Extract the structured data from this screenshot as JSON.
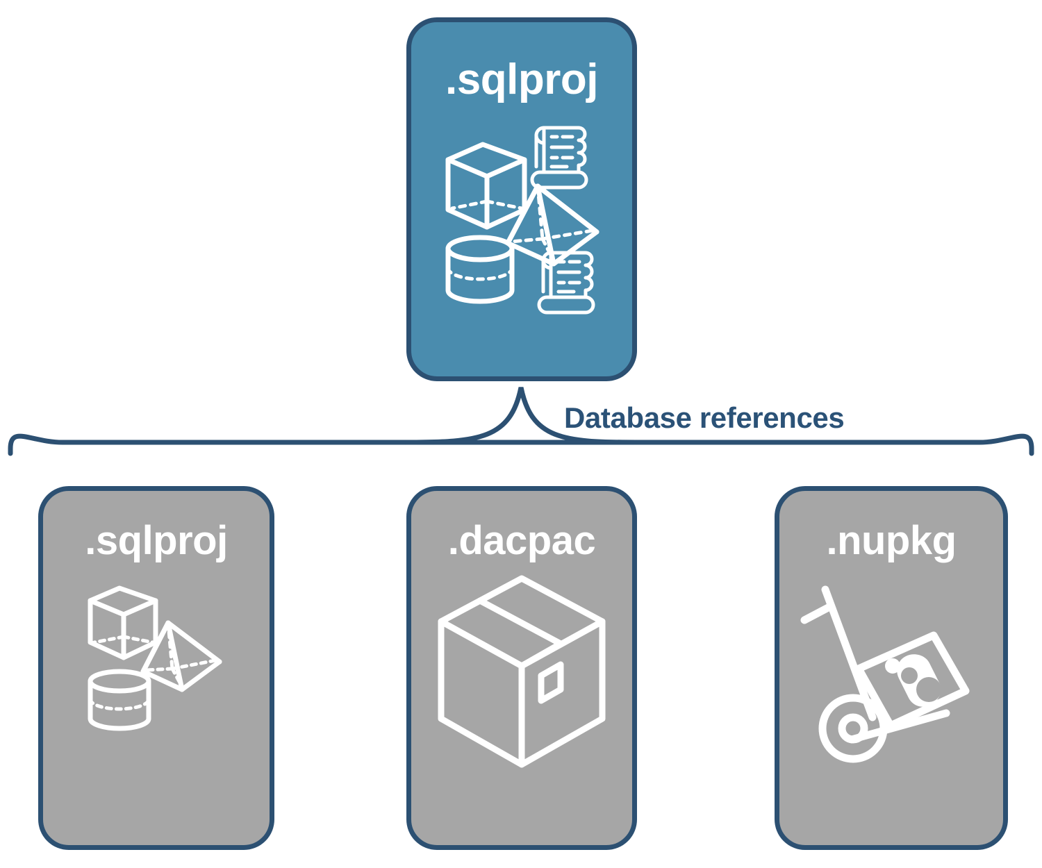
{
  "diagram": {
    "title_top": ".sqlproj",
    "connector_label": "Database references",
    "colors": {
      "accent_teal": "#4A8CAE",
      "neutral_gray": "#A6A6A6",
      "stroke_navy": "#2C5072",
      "label_navy": "#2B5277",
      "icon_white": "#FFFFFF",
      "background": "#FFFFFF"
    },
    "top_node": {
      "label": ".sqlproj",
      "fill": "#4A8CAE",
      "icons": [
        "cube-wireframe-icon",
        "scroll-document-icon",
        "pyramid-wireframe-icon",
        "cylinder-wireframe-icon",
        "scroll-document-icon"
      ]
    },
    "children": [
      {
        "label": ".sqlproj",
        "fill": "#A6A6A6",
        "icons": [
          "cube-wireframe-icon",
          "pyramid-wireframe-icon",
          "cylinder-wireframe-icon"
        ]
      },
      {
        "label": ".dacpac",
        "fill": "#A6A6A6",
        "icons": [
          "shipping-box-icon"
        ]
      },
      {
        "label": ".nupkg",
        "fill": "#A6A6A6",
        "icons": [
          "hand-truck-package-icon"
        ]
      }
    ]
  }
}
